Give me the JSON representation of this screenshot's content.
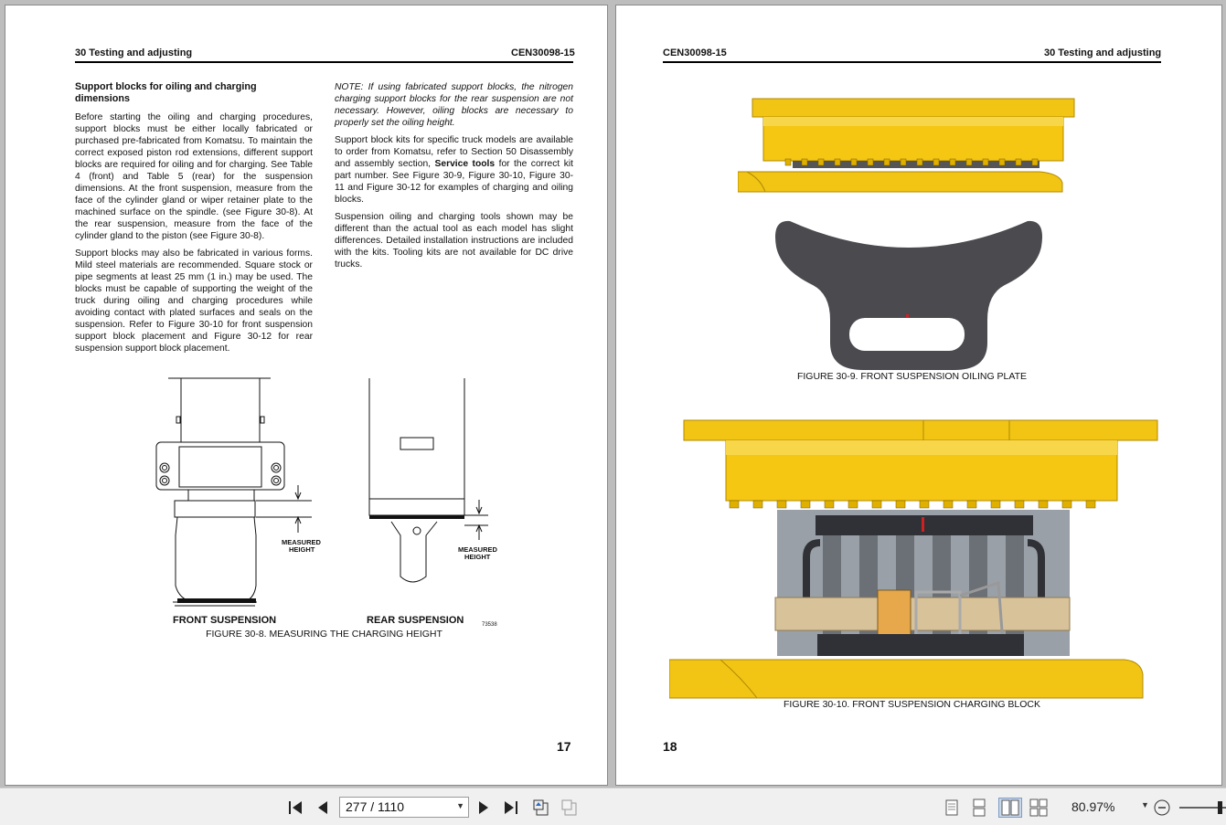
{
  "left_page": {
    "header_left": "30 Testing and adjusting",
    "header_right": "CEN30098-15",
    "section_title": "Support blocks for oiling and charging dimensions",
    "col1_p1": "Before starting the oiling and charging procedures, support blocks must be either locally fabricated or purchased pre-fabricated from Komatsu. To maintain the correct exposed piston rod extensions, different support blocks are required for oiling and for charging. See Table 4 (front) and Table 5 (rear) for the suspension dimensions. At the front suspension, measure from the face of the cylinder gland or wiper retainer plate to the machined surface on the spindle. (see Figure 30-8). At the rear suspension, measure from the face of the cylinder gland to the piston (see Figure 30-8).",
    "col1_p2": "Support blocks may also be fabricated in various forms. Mild steel materials are recommended. Square stock or pipe segments at least 25 mm (1 in.) may be used. The blocks must be capable of supporting the weight of the truck during oiling and charging procedures while avoiding contact with plated surfaces and seals on the suspension. Refer to Figure 30-10 for front suspension support block placement and Figure 30-12 for rear suspension support block placement.",
    "col2_note": "NOTE: If using fabricated support blocks, the nitrogen charging support blocks for the rear suspension are not necessary. However, oiling blocks are necessary to properly set the oiling height.",
    "col2_p1_a": "Support block kits for specific truck models are available to order from Komatsu, refer to Section 50 Disassembly and assembly section, ",
    "col2_p1_bold": "Service tools",
    "col2_p1_b": " for the correct kit part number. See Figure 30-9, Figure 30-10, Figure 30-11 and Figure 30-12 for examples of charging and oiling blocks.",
    "col2_p2": "Suspension oiling and charging tools shown may be different than the actual tool as each model has slight differences. Detailed installation instructions are included with the kits. Tooling kits are not available for DC drive trucks.",
    "fig_label_measured_1": "MEASURED",
    "fig_label_height_1": "HEIGHT",
    "fig_label_measured_2": "MEASURED",
    "fig_label_height_2": "HEIGHT",
    "fig_label_front": "FRONT SUSPENSION",
    "fig_label_rear": "REAR SUSPENSION",
    "fig_code": "73538",
    "figure_caption": "FIGURE 30-8. MEASURING THE CHARGING HEIGHT",
    "page_number": "17"
  },
  "right_page": {
    "header_left": "CEN30098-15",
    "header_right": "30 Testing and adjusting",
    "figure9_caption": "FIGURE 30-9. FRONT SUSPENSION OILING PLATE",
    "figure10_caption": "FIGURE 30-10. FRONT SUSPENSION CHARGING BLOCK",
    "page_number": "18"
  },
  "toolbar": {
    "page_indicator": "277 / 1110",
    "zoom_level": "80.97%"
  },
  "colors": {
    "accent_yellow": "#f2c414",
    "dark_gray": "#4a4a4f",
    "toolbar_bg": "#f0f0f0"
  }
}
